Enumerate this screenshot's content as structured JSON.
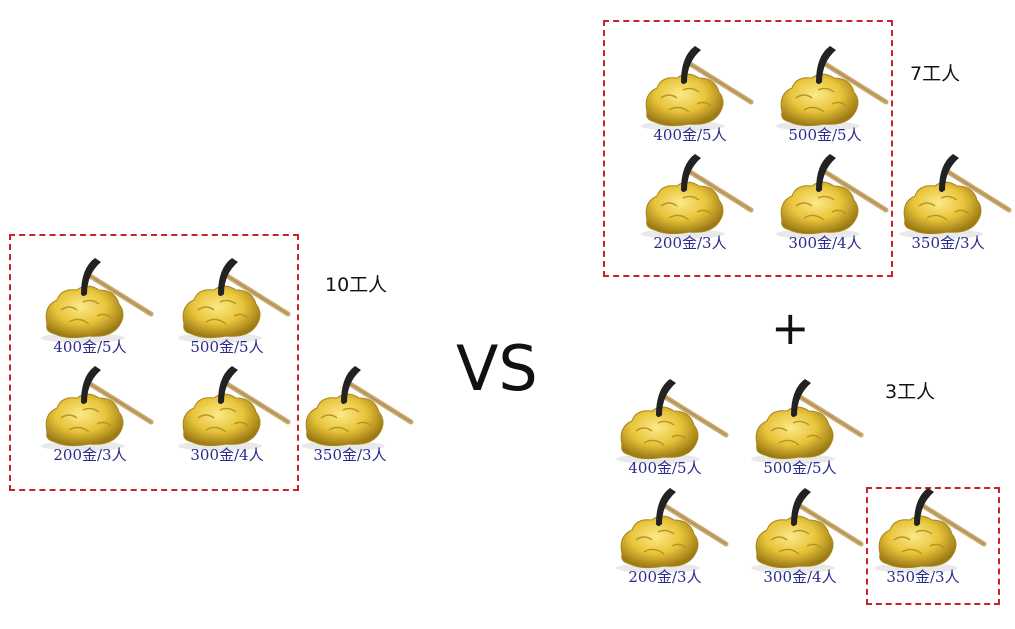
{
  "separator": "VS",
  "plus": "+",
  "groups": {
    "left": {
      "worker_label": "10工人",
      "mines": [
        "400金/5人",
        "500金/5人",
        "200金/3人",
        "300金/4人",
        "350金/3人"
      ]
    },
    "right_top": {
      "worker_label": "7工人",
      "mines": [
        "400金/5人",
        "500金/5人",
        "200金/3人",
        "300金/4人",
        "350金/3人"
      ]
    },
    "right_bottom": {
      "worker_label": "3工人",
      "mines": [
        "400金/5人",
        "500金/5人",
        "200金/3人",
        "300金/4人",
        "350金/3人"
      ]
    }
  },
  "colors": {
    "dash": "#c8232c",
    "gold": "#e8c43a",
    "label": "#2a2a8c"
  },
  "icon": "gold-nugget-pickaxe-icon"
}
